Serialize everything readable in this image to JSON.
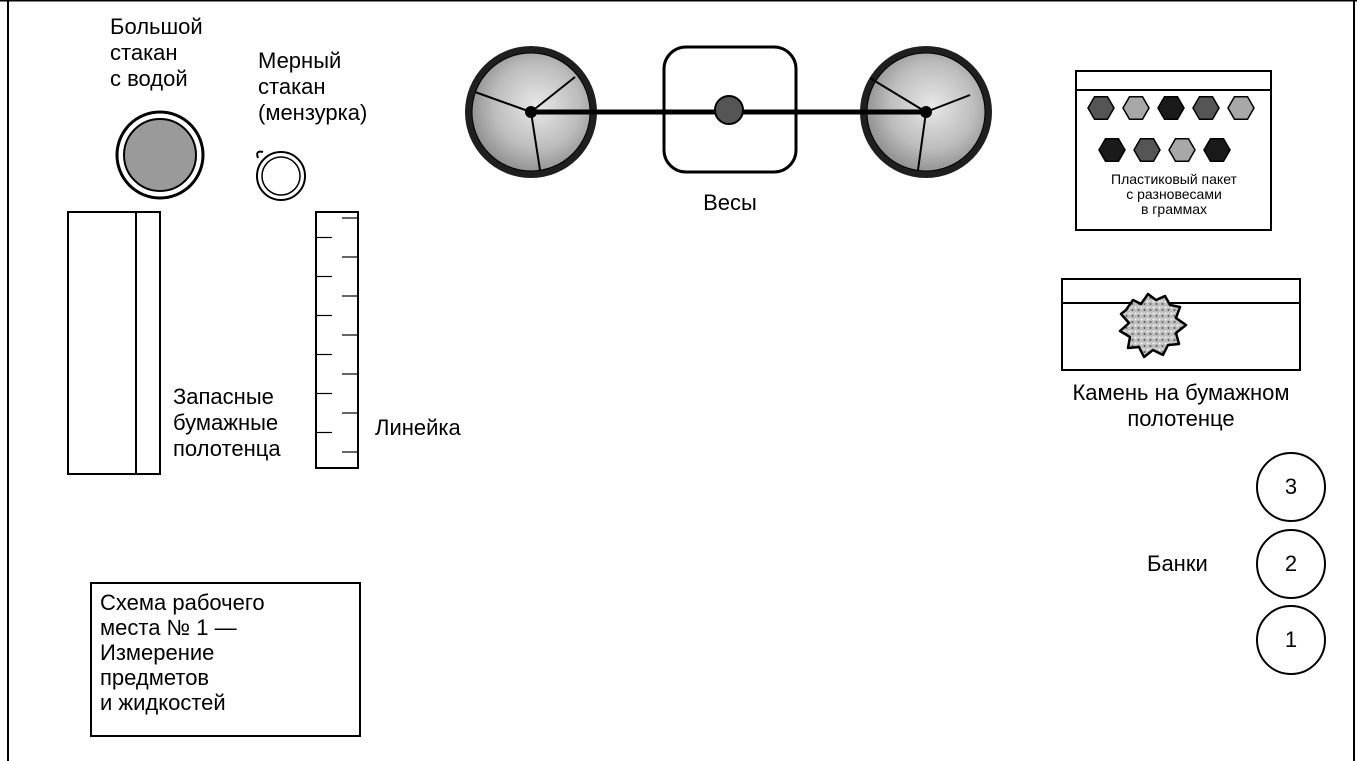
{
  "labels": {
    "big_glass": "Большой\nстакан\nс водой",
    "measuring_cup": "Мерный\nстакан\n(мензурка)",
    "scales": "Весы",
    "weights_bag": "Пластиковый пакет\nс разновесами\nв граммах",
    "stone": "Камень на бумажном\nполотенце",
    "paper_towels": "Запасные\nбумажные\nполотенца",
    "ruler": "Линейка",
    "jars": "Банки",
    "caption": "Схема рабочего\nместа № 1 —\nИзмерение\nпредметов\nи жидкостей"
  },
  "jars": [
    {
      "number": "3"
    },
    {
      "number": "2"
    },
    {
      "number": "1"
    }
  ],
  "colors": {
    "outline": "#000000",
    "glass_fill": "#9a9a9a",
    "hex_dark": "#1a1a1a",
    "hex_mid": "#555555",
    "hex_light": "#a8a8a8"
  },
  "weights": [
    {
      "shade": "mid"
    },
    {
      "shade": "light"
    },
    {
      "shade": "dark"
    },
    {
      "shade": "mid"
    },
    {
      "shade": "light"
    },
    {
      "shade": "dark"
    },
    {
      "shade": "mid"
    },
    {
      "shade": "light"
    },
    {
      "shade": "dark"
    }
  ],
  "icons": {
    "big_glass": "glass-icon",
    "measuring_cup": "beaker-icon",
    "scale_pans": "scale-pan-icon",
    "stone": "stone-icon",
    "weights": "hexagon-weight-icon"
  }
}
